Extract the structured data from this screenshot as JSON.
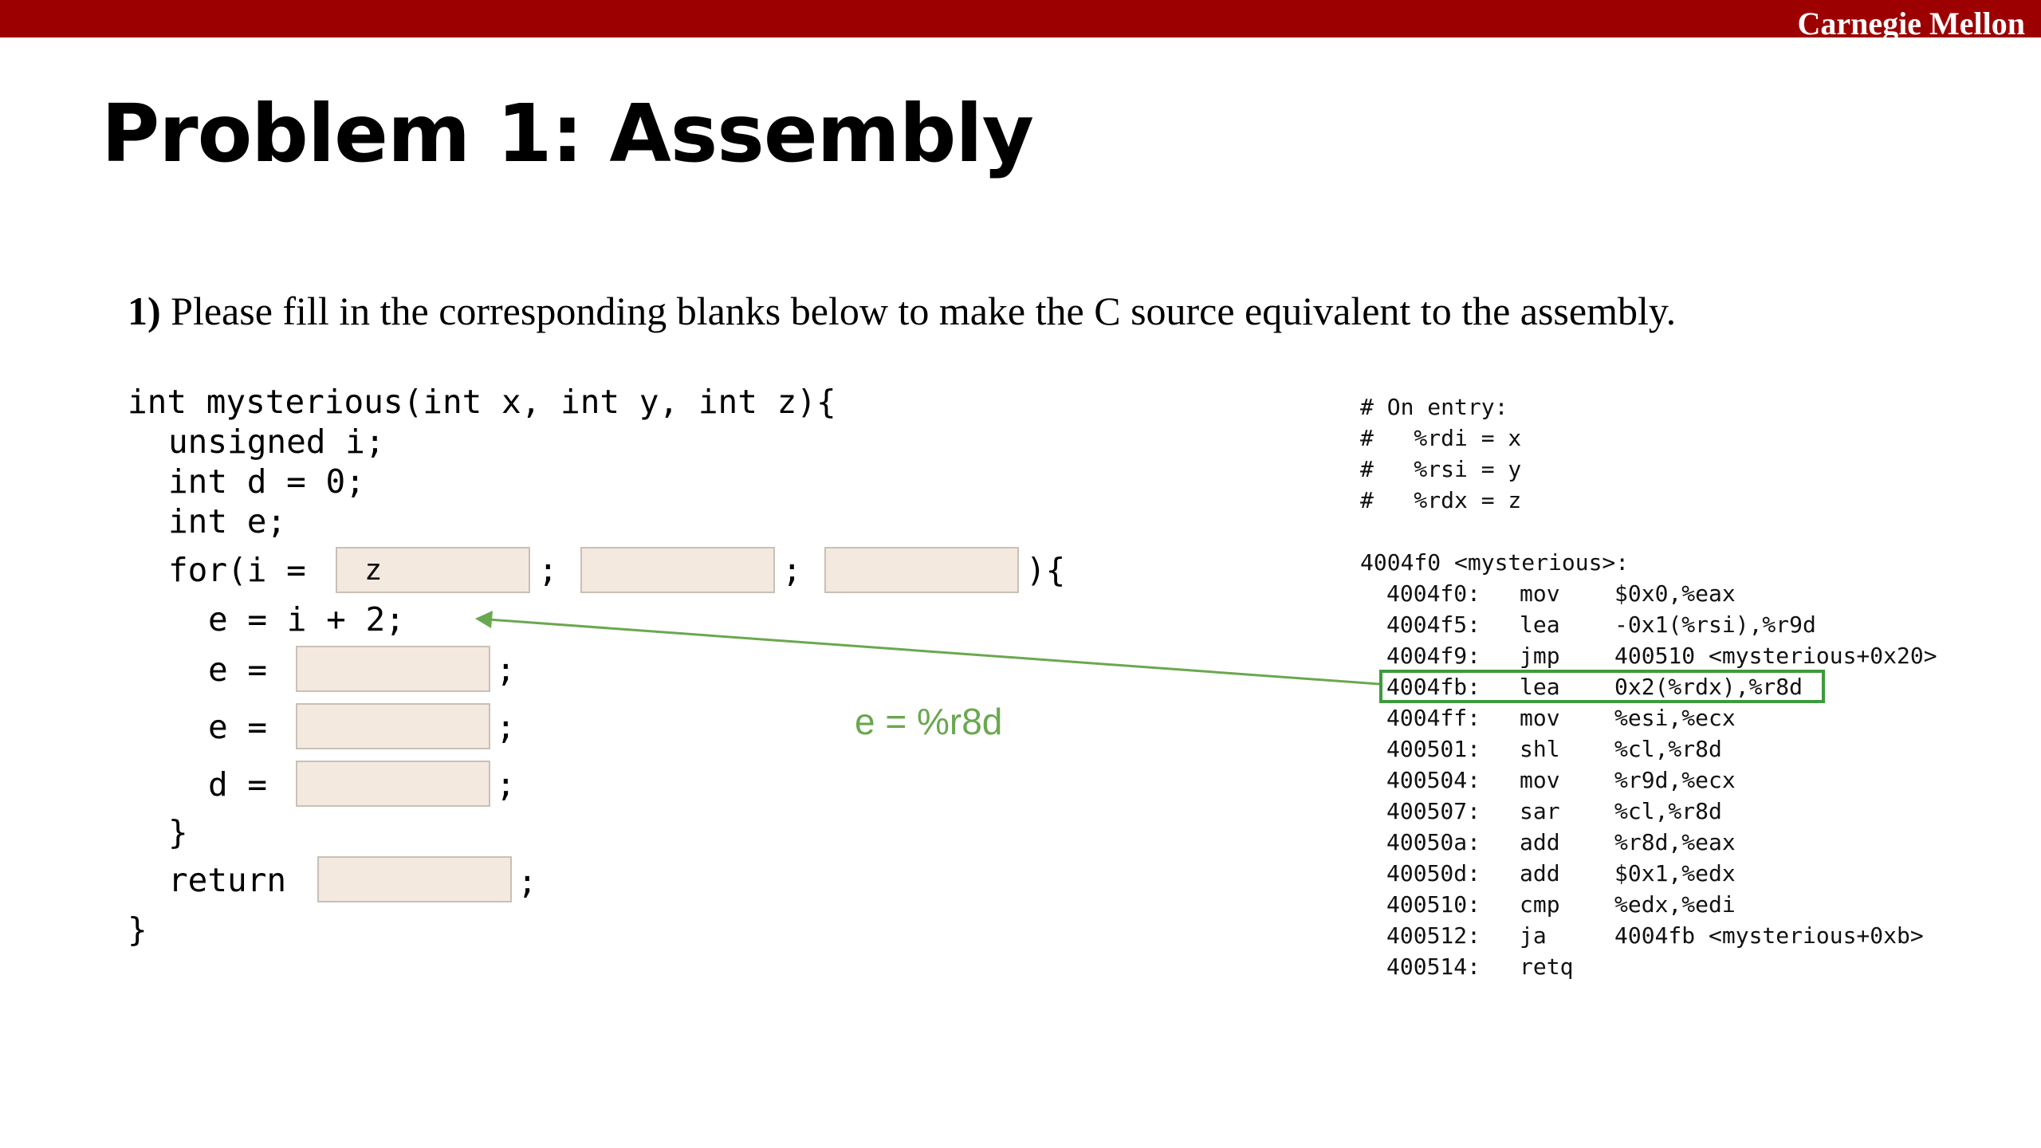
{
  "header": {
    "brand": "Carnegie Mellon"
  },
  "slide": {
    "title": "Problem 1: Assembly",
    "prompt_number": "1)",
    "prompt_text": " Please fill in the corresponding blanks below to make the C source equivalent to the assembly."
  },
  "code": {
    "line1": "int mysterious(int x, int y, int z){",
    "line2": "unsigned i;",
    "line3": "int d = 0;",
    "line4": "int e;",
    "for_prefix": "for(i =",
    "semi": ";",
    "for_suffix": "){",
    "line_e_plus": "e = i + 2;",
    "e_eq": "e =",
    "d_eq": "d =",
    "close_inner": "}",
    "return_kw": "return",
    "close_outer": "}"
  },
  "blanks": {
    "for_init": "z",
    "for_cond": "",
    "for_update": "",
    "e_assign_1": "",
    "e_assign_2": "",
    "d_assign": "",
    "return_value": ""
  },
  "annotation": "e = %r8d",
  "assembly": {
    "comments": [
      "# On entry:",
      "#   %rdi = x",
      "#   %rsi = y",
      "#   %rdx = z"
    ],
    "function_label": "4004f0 <mysterious>:",
    "lines": [
      {
        "addr": "4004f0:",
        "op": "mov",
        "args": "$0x0,%eax"
      },
      {
        "addr": "4004f5:",
        "op": "lea",
        "args": "-0x1(%rsi),%r9d"
      },
      {
        "addr": "4004f9:",
        "op": "jmp",
        "args": "400510 <mysterious+0x20>"
      },
      {
        "addr": "4004fb:",
        "op": "lea",
        "args": "0x2(%rdx),%r8d"
      },
      {
        "addr": "4004ff:",
        "op": "mov",
        "args": "%esi,%ecx"
      },
      {
        "addr": "400501:",
        "op": "shl",
        "args": "%cl,%r8d"
      },
      {
        "addr": "400504:",
        "op": "mov",
        "args": "%r9d,%ecx"
      },
      {
        "addr": "400507:",
        "op": "sar",
        "args": "%cl,%r8d"
      },
      {
        "addr": "40050a:",
        "op": "add",
        "args": "%r8d,%eax"
      },
      {
        "addr": "40050d:",
        "op": "add",
        "args": "$0x1,%edx"
      },
      {
        "addr": "400510:",
        "op": "cmp",
        "args": "%edx,%edi"
      },
      {
        "addr": "400512:",
        "op": "ja",
        "args": "4004fb <mysterious+0xb>"
      },
      {
        "addr": "400514:",
        "op": "retq",
        "args": ""
      }
    ]
  },
  "colors": {
    "header_bar": "#9d0000",
    "blank_fill": "#f3e9df",
    "annotation_green": "#6aa84f",
    "highlight_border": "#3d9a3d"
  }
}
